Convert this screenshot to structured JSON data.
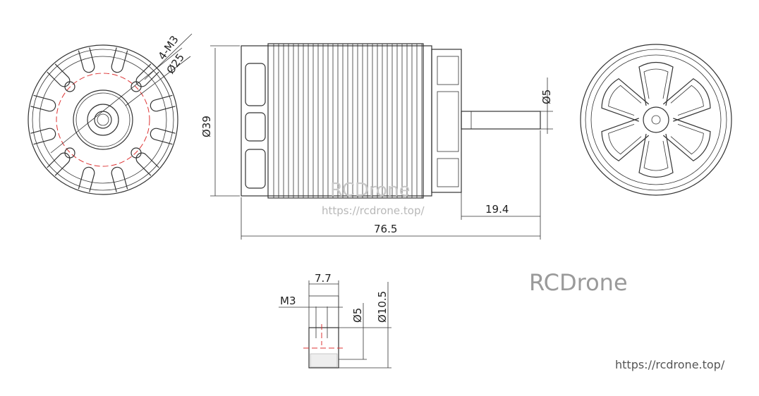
{
  "dimensions": {
    "mount_holes": "4-M3",
    "mount_circle": "Ø25",
    "body_diameter": "Ø39",
    "shaft_diameter": "Ø5",
    "shaft_length": "19.4",
    "overall_length": "76.5",
    "nut_length": "7.7",
    "nut_thread": "M3",
    "nut_bore": "Ø5",
    "nut_diameter": "Ø10.5"
  },
  "watermarks": {
    "center_logo": "RCDrone",
    "center_url": "https://rcdrone.top/",
    "logo": "RCDrone",
    "url": "https://rcdrone.top/"
  },
  "colors": {
    "line": "#333333",
    "centerline": "#dd3333",
    "watermark": "#9a9a9a"
  }
}
